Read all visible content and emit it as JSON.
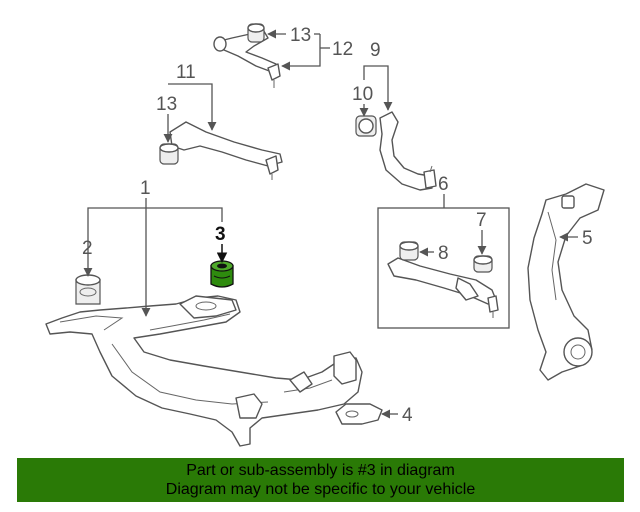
{
  "diagram": {
    "callouts": [
      {
        "id": "1",
        "label": "1"
      },
      {
        "id": "2",
        "label": "2"
      },
      {
        "id": "3",
        "label": "3"
      },
      {
        "id": "4",
        "label": "4"
      },
      {
        "id": "5",
        "label": "5"
      },
      {
        "id": "6",
        "label": "6"
      },
      {
        "id": "7",
        "label": "7"
      },
      {
        "id": "8",
        "label": "8"
      },
      {
        "id": "9",
        "label": "9"
      },
      {
        "id": "10",
        "label": "10"
      },
      {
        "id": "11",
        "label": "11"
      },
      {
        "id": "12",
        "label": "12"
      },
      {
        "id": "13a",
        "label": "13"
      },
      {
        "id": "13b",
        "label": "13"
      }
    ],
    "highlighted_part": "3",
    "highlight_color": "#2e8b0e",
    "line_color": "#555555"
  },
  "banner": {
    "line1": "Part or sub-assembly is #3 in diagram",
    "line2": "Diagram may not be specific to your vehicle",
    "background": "#2a7a06"
  }
}
